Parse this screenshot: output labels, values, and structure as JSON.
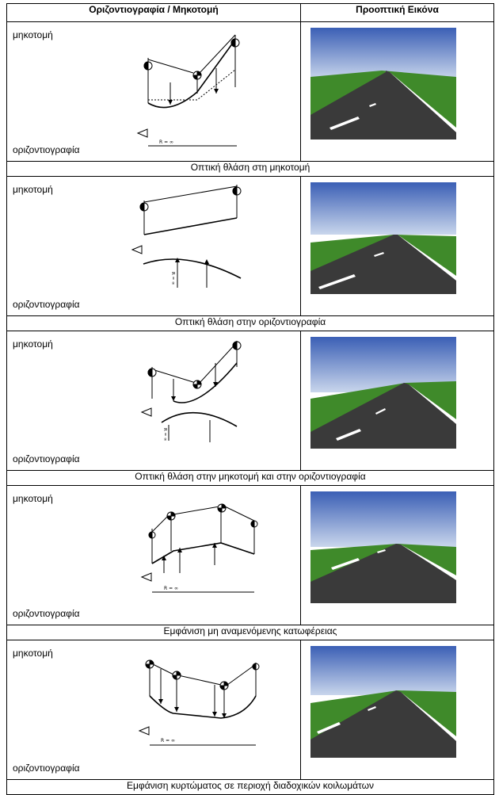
{
  "headers": {
    "left": "Οριζοντιογραφία / Μηκοτομή",
    "right": "Προοπτική Εικόνα"
  },
  "rows": [
    {
      "top_label": "μηκοτομή",
      "bottom_label": "οριζοντιογραφία",
      "caption": "Οπτική θλάση στη μηκοτομή",
      "plan_label": "R = ∞"
    },
    {
      "top_label": "μηκοτομή",
      "bottom_label": "οριζοντιογραφία",
      "caption": "Οπτική θλάση στην οριζοντιογραφία",
      "plan_label": "R = ∞"
    },
    {
      "top_label": "μηκοτομή",
      "bottom_label": "οριζοντιογραφία",
      "caption": "Οπτική θλάση στην μηκοτομή και στην οριζοντιογραφία",
      "plan_label": "R = ∞"
    },
    {
      "top_label": "μηκοτομή",
      "bottom_label": "οριζοντιογραφία",
      "caption": "Εμφάνιση μη αναμενόμενης κατωφέρειας",
      "plan_label": "R = ∞"
    },
    {
      "top_label": "μηκοτομή",
      "bottom_label": "οριζοντιογραφία",
      "caption": "Εμφάνιση κυρτώματος σε περιοχή διαδοχικών κοιλωμάτων",
      "plan_label": "R = ∞"
    }
  ],
  "colors": {
    "sky_top": "#3b5fb5",
    "sky_bottom": "#c9d6ec",
    "grass": "#3f8a2a",
    "road": "#3a3a3a",
    "marking": "#ffffff"
  }
}
